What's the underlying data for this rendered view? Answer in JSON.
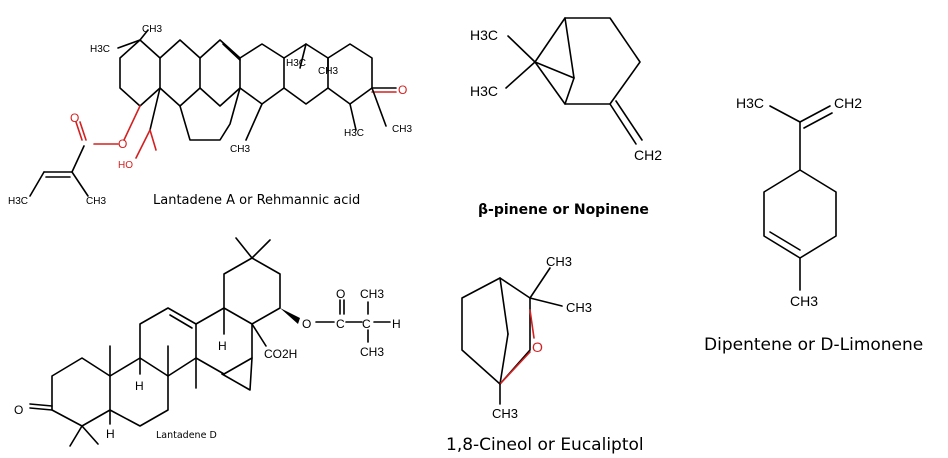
{
  "molecules": [
    {
      "name": "Lantadene A or Rehmannic acid",
      "atom_labels": [
        "H3C",
        "CH3",
        "H3C",
        "CH3",
        "H3C",
        "CH3",
        "HO",
        "O",
        "O",
        "O",
        "H3C",
        "CH3",
        "CH3"
      ]
    },
    {
      "name": "β-pinene or Nopinene",
      "atom_labels": [
        "H3C",
        "H3C",
        "CH2"
      ]
    },
    {
      "name": "Dipentene or D-Limonene",
      "atom_labels": [
        "H3C",
        "CH2",
        "CH3"
      ]
    },
    {
      "name": "Lantadene D",
      "atom_labels": [
        "O",
        "H",
        "H",
        "H",
        "CO2H",
        "O",
        "C",
        "C",
        "O",
        "CH3",
        "CH3",
        "H"
      ]
    },
    {
      "name": "1,8-Cineol or Eucaliptol",
      "atom_labels": [
        "CH3",
        "CH3",
        "O",
        "CH3"
      ]
    }
  ],
  "colors": {
    "heteroatom": "#d42020",
    "bond": "#000000"
  }
}
